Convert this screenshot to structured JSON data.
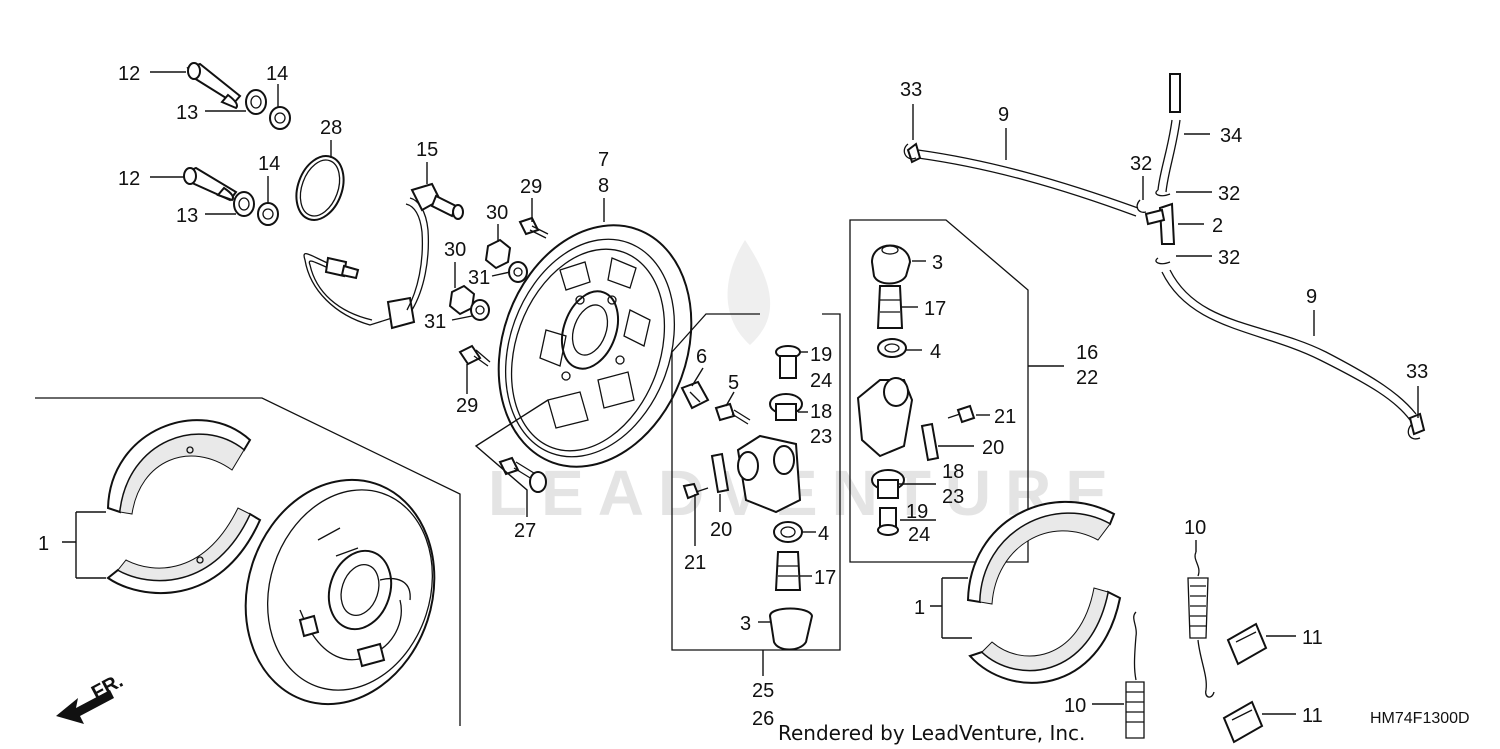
{
  "watermark": "LEADVENTURE",
  "diagram_code": "HM74F1300D",
  "credit": "Rendered by LeadVenture, Inc.",
  "front_marker": "FR.",
  "callouts": [
    "12",
    "13",
    "14",
    "12",
    "13",
    "14",
    "28",
    "15",
    "7",
    "8",
    "29",
    "30",
    "30",
    "31",
    "31",
    "29",
    "27",
    "6",
    "5",
    "19",
    "24",
    "18",
    "23",
    "21",
    "20",
    "4",
    "17",
    "3",
    "25",
    "26",
    "3",
    "17",
    "4",
    "16",
    "22",
    "21",
    "20",
    "18",
    "23",
    "19",
    "24",
    "33",
    "9",
    "32",
    "34",
    "32",
    "2",
    "32",
    "9",
    "33",
    "1",
    "1",
    "10",
    "10",
    "11",
    "11"
  ]
}
